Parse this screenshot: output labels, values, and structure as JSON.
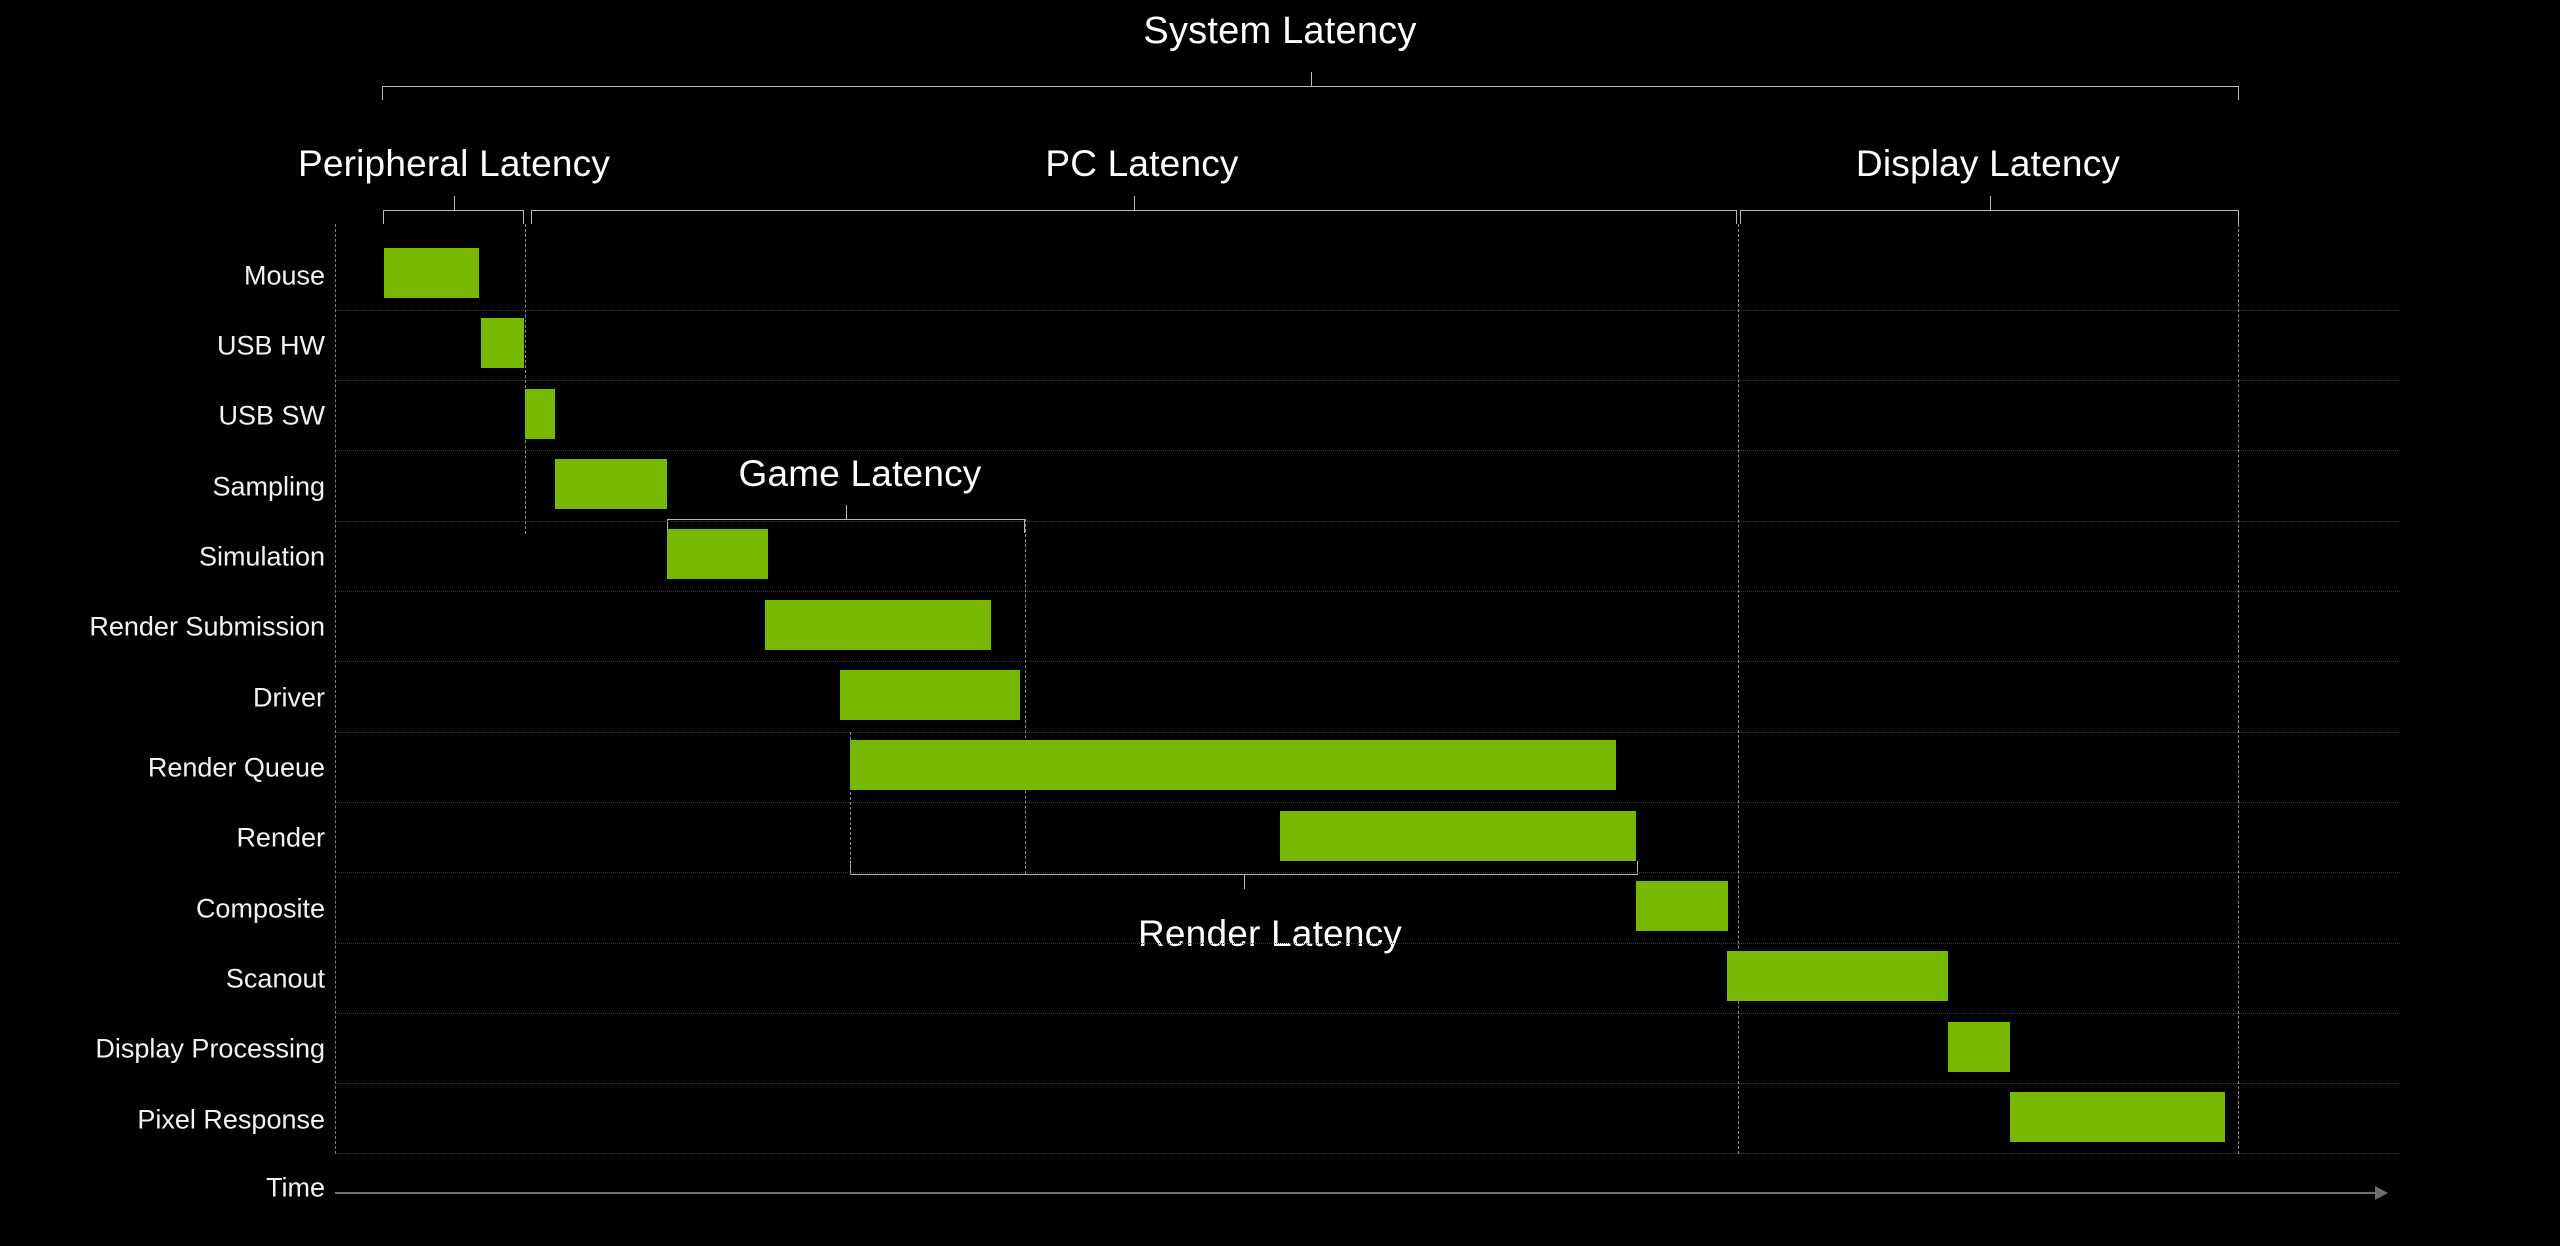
{
  "figure": {
    "background": "#000000",
    "bar_color": "#76b900",
    "text_color": "#ffffff",
    "grid_color": "#3a3a3a",
    "axis_color": "#6e6e6e"
  },
  "titles": {
    "system": "System Latency",
    "peripheral": "Peripheral Latency",
    "pc": "PC Latency",
    "display": "Display Latency",
    "game": "Game Latency",
    "render": "Render Latency"
  },
  "axis": {
    "time_label": "Time"
  },
  "chart_data": {
    "type": "bar",
    "orientation": "horizontal",
    "subtype": "gantt",
    "title": "System Latency",
    "xlabel": "Time",
    "ylabel": "",
    "grid": true,
    "legend": "none",
    "xlim": [
      0,
      100
    ],
    "categories": [
      "Mouse",
      "USB HW",
      "USB SW",
      "Sampling",
      "Simulation",
      "Render Submission",
      "Driver",
      "Render Queue",
      "Render",
      "Composite",
      "Scanout",
      "Display Processing",
      "Pixel Response"
    ],
    "bars": [
      {
        "label": "Mouse",
        "start": 2.6,
        "end": 7.7,
        "duration": 5.1
      },
      {
        "label": "USB HW",
        "start": 7.8,
        "end": 10.1,
        "duration": 2.3
      },
      {
        "label": "USB SW",
        "start": 10.2,
        "end": 11.8,
        "duration": 1.6
      },
      {
        "label": "Sampling",
        "start": 11.8,
        "end": 17.8,
        "duration": 6.0
      },
      {
        "label": "Simulation",
        "start": 17.8,
        "end": 23.2,
        "duration": 5.4
      },
      {
        "label": "Render Submission",
        "start": 23.1,
        "end": 35.3,
        "duration": 12.2
      },
      {
        "label": "Driver",
        "start": 27.1,
        "end": 36.8,
        "duration": 9.7
      },
      {
        "label": "Render Queue",
        "start": 27.7,
        "end": 68.9,
        "duration": 41.2
      },
      {
        "label": "Render",
        "start": 50.9,
        "end": 70.0,
        "duration": 19.1
      },
      {
        "label": "Composite",
        "start": 70.0,
        "end": 75.0,
        "duration": 5.0
      },
      {
        "label": "Scanout",
        "start": 74.9,
        "end": 86.8,
        "duration": 11.9
      },
      {
        "label": "Display Processing",
        "start": 86.8,
        "end": 90.1,
        "duration": 3.3
      },
      {
        "label": "Pixel Response",
        "start": 90.1,
        "end": 101.7,
        "duration": 11.6
      }
    ],
    "groups": [
      {
        "name": "System Latency",
        "start": 2.6,
        "end": 102.4,
        "tier": 1,
        "opens": "down"
      },
      {
        "name": "Peripheral Latency",
        "start": 2.6,
        "end": 10.2,
        "tier": 2,
        "opens": "down"
      },
      {
        "name": "PC Latency",
        "start": 10.5,
        "end": 75.4,
        "tier": 2,
        "opens": "down"
      },
      {
        "name": "Display Latency",
        "start": 75.4,
        "end": 102.4,
        "tier": 2,
        "opens": "down"
      },
      {
        "name": "Game Latency",
        "start": 17.8,
        "end": 37.1,
        "tier": 3,
        "opens": "down"
      },
      {
        "name": "Render Latency",
        "start": 27.7,
        "end": 70.2,
        "tier": 3,
        "opens": "up"
      }
    ]
  }
}
